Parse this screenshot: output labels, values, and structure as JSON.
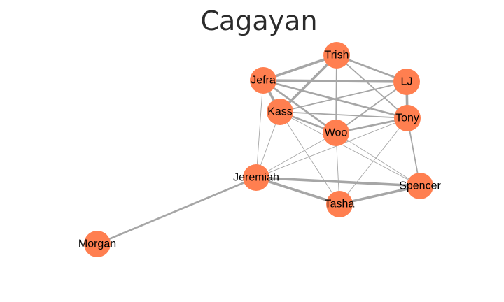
{
  "title": "Cagayan",
  "colors": {
    "node": "#ff7f50",
    "edge": "#a6a6a6",
    "label": "#000000"
  },
  "nodes": [
    {
      "id": "Trish",
      "label": "Trish"
    },
    {
      "id": "Jefra",
      "label": "Jefra"
    },
    {
      "id": "LJ",
      "label": "LJ"
    },
    {
      "id": "Kass",
      "label": "Kass"
    },
    {
      "id": "Tony",
      "label": "Tony"
    },
    {
      "id": "Woo",
      "label": "Woo"
    },
    {
      "id": "Jeremiah",
      "label": "Jeremiah"
    },
    {
      "id": "Spencer",
      "label": "Spencer"
    },
    {
      "id": "Tasha",
      "label": "Tasha"
    },
    {
      "id": "Morgan",
      "label": "Morgan"
    }
  ],
  "edges": [
    {
      "source": "Trish",
      "target": "Jefra",
      "weight": 4
    },
    {
      "source": "Trish",
      "target": "LJ",
      "weight": 3
    },
    {
      "source": "Trish",
      "target": "Kass",
      "weight": 4
    },
    {
      "source": "Trish",
      "target": "Tony",
      "weight": 2
    },
    {
      "source": "Trish",
      "target": "Woo",
      "weight": 2
    },
    {
      "source": "Jefra",
      "target": "LJ",
      "weight": 4
    },
    {
      "source": "Jefra",
      "target": "Kass",
      "weight": 4
    },
    {
      "source": "Jefra",
      "target": "Tony",
      "weight": 3
    },
    {
      "source": "Jefra",
      "target": "Woo",
      "weight": 3
    },
    {
      "source": "Jefra",
      "target": "Jeremiah",
      "weight": 1
    },
    {
      "source": "LJ",
      "target": "Kass",
      "weight": 2
    },
    {
      "source": "LJ",
      "target": "Tony",
      "weight": 4
    },
    {
      "source": "LJ",
      "target": "Woo",
      "weight": 2
    },
    {
      "source": "Kass",
      "target": "Tony",
      "weight": 2
    },
    {
      "source": "Kass",
      "target": "Woo",
      "weight": 3
    },
    {
      "source": "Kass",
      "target": "Jeremiah",
      "weight": 1
    },
    {
      "source": "Kass",
      "target": "Tasha",
      "weight": 1
    },
    {
      "source": "Kass",
      "target": "Spencer",
      "weight": 1
    },
    {
      "source": "Tony",
      "target": "Woo",
      "weight": 3
    },
    {
      "source": "Tony",
      "target": "Spencer",
      "weight": 2
    },
    {
      "source": "Tony",
      "target": "Tasha",
      "weight": 1
    },
    {
      "source": "Tony",
      "target": "Jeremiah",
      "weight": 1
    },
    {
      "source": "Woo",
      "target": "Jeremiah",
      "weight": 1
    },
    {
      "source": "Woo",
      "target": "Tasha",
      "weight": 1
    },
    {
      "source": "Woo",
      "target": "Spencer",
      "weight": 1
    },
    {
      "source": "Jeremiah",
      "target": "Tasha",
      "weight": 4
    },
    {
      "source": "Jeremiah",
      "target": "Spencer",
      "weight": 4
    },
    {
      "source": "Jeremiah",
      "target": "Morgan",
      "weight": 3
    },
    {
      "source": "Tasha",
      "target": "Spencer",
      "weight": 4
    }
  ]
}
